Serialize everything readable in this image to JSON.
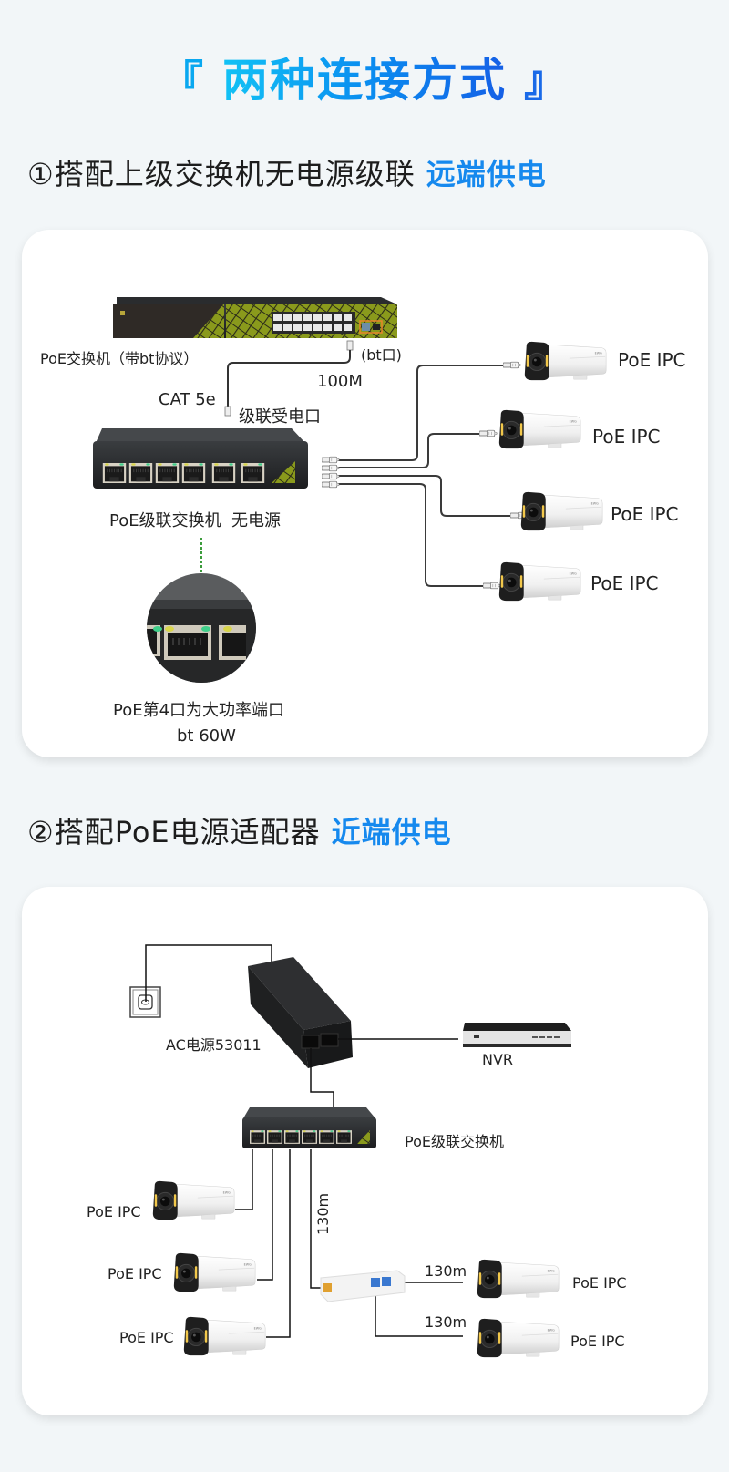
{
  "page": {
    "title": "两种连接方式",
    "title_bracket_left": "『",
    "title_bracket_right": "』",
    "colors": {
      "background": "#f2f6f8",
      "accent": "#1689ee",
      "title_start": "#12c2f5",
      "title_end": "#155fe6",
      "card": "#ffffff"
    }
  },
  "section1": {
    "heading": "①搭配上级交换机无电源级联",
    "accent": "远端供电",
    "labels": {
      "upper_switch": "PoE交换机（带bt协议）",
      "bt_port": "(bt口)",
      "speed": "100M",
      "cable": "CAT 5e",
      "cascade_port": "级联受电口",
      "cascade_switch": "PoE级联交换机  无电源",
      "port_note": "PoE第4口为大功率端口",
      "port_power": "bt 60W"
    },
    "cameras": [
      {
        "label": "PoE IPC"
      },
      {
        "label": "PoE IPC"
      },
      {
        "label": "PoE IPC"
      },
      {
        "label": "PoE IPC"
      }
    ]
  },
  "section2": {
    "heading": "②搭配PoE电源适配器",
    "accent": "近端供电",
    "labels": {
      "adapter": "AC电源53011",
      "nvr": "NVR",
      "switch": "PoE级联交换机",
      "dist_vertical": "130m",
      "dist_1": "130m",
      "dist_2": "130m"
    },
    "cameras_left": [
      {
        "label": "PoE IPC"
      },
      {
        "label": "PoE IPC"
      },
      {
        "label": "PoE IPC"
      }
    ],
    "cameras_right": [
      {
        "label": "PoE IPC"
      },
      {
        "label": "PoE IPC"
      }
    ]
  }
}
